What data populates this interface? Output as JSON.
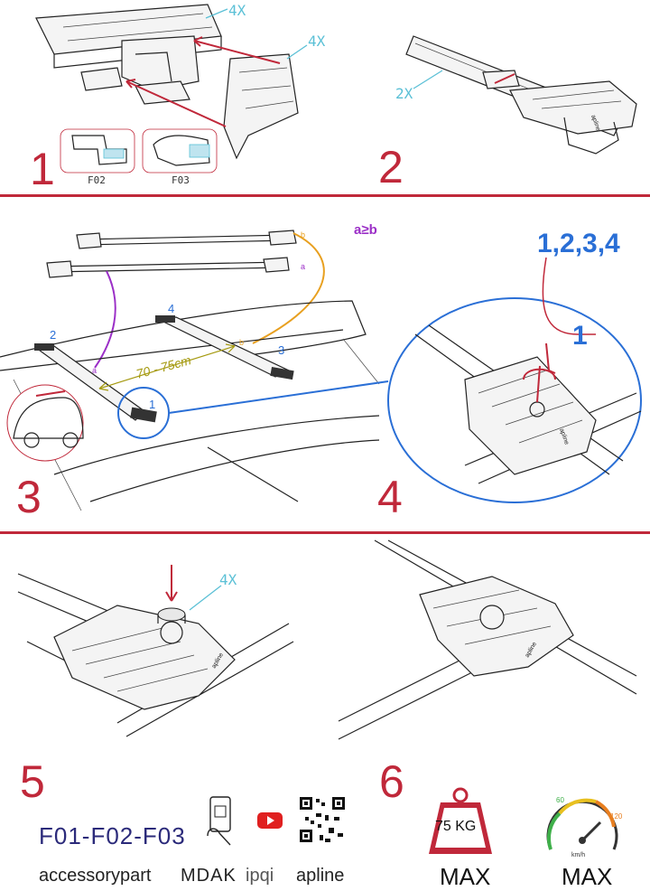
{
  "steps": {
    "s1": "1",
    "s2": "2",
    "s3": "3",
    "s4": "4",
    "s5": "5",
    "s6": "6"
  },
  "callouts": {
    "s1_end_cap_qty": "4X",
    "s1_cover_qty": "4X",
    "s2_qty": "2X",
    "s5_qty": "4X"
  },
  "fit_variants": [
    "F02",
    "F03"
  ],
  "step3": {
    "spacing_rule": "a≥b",
    "distance": "70 - 75cm",
    "bar_numbers": [
      "1",
      "2",
      "3",
      "4"
    ],
    "label_a": "a",
    "label_b": "b"
  },
  "step4": {
    "sequence": "1,2,3,4",
    "bolt_number": "1"
  },
  "bottom": {
    "model_codes": "F01-F02-F03",
    "brands": [
      "accessorypart",
      "MDAK",
      "ipqi",
      "apline"
    ],
    "weight_label": "75 KG",
    "weight_max": "MAX",
    "speed_max": "MAX",
    "speed_unit": "km/h",
    "speed_ticks": [
      "60",
      "120"
    ]
  },
  "product_logo": "apline",
  "colors": {
    "accent_red": "#c0283a",
    "callout_cyan": "#5bc0d6",
    "circle_blue": "#2a6fd6",
    "bracket_purple": "#9b2fc7",
    "bracket_orange": "#e8a020",
    "distance_olive": "#a59a10",
    "code_navy": "#2b2a7a"
  }
}
